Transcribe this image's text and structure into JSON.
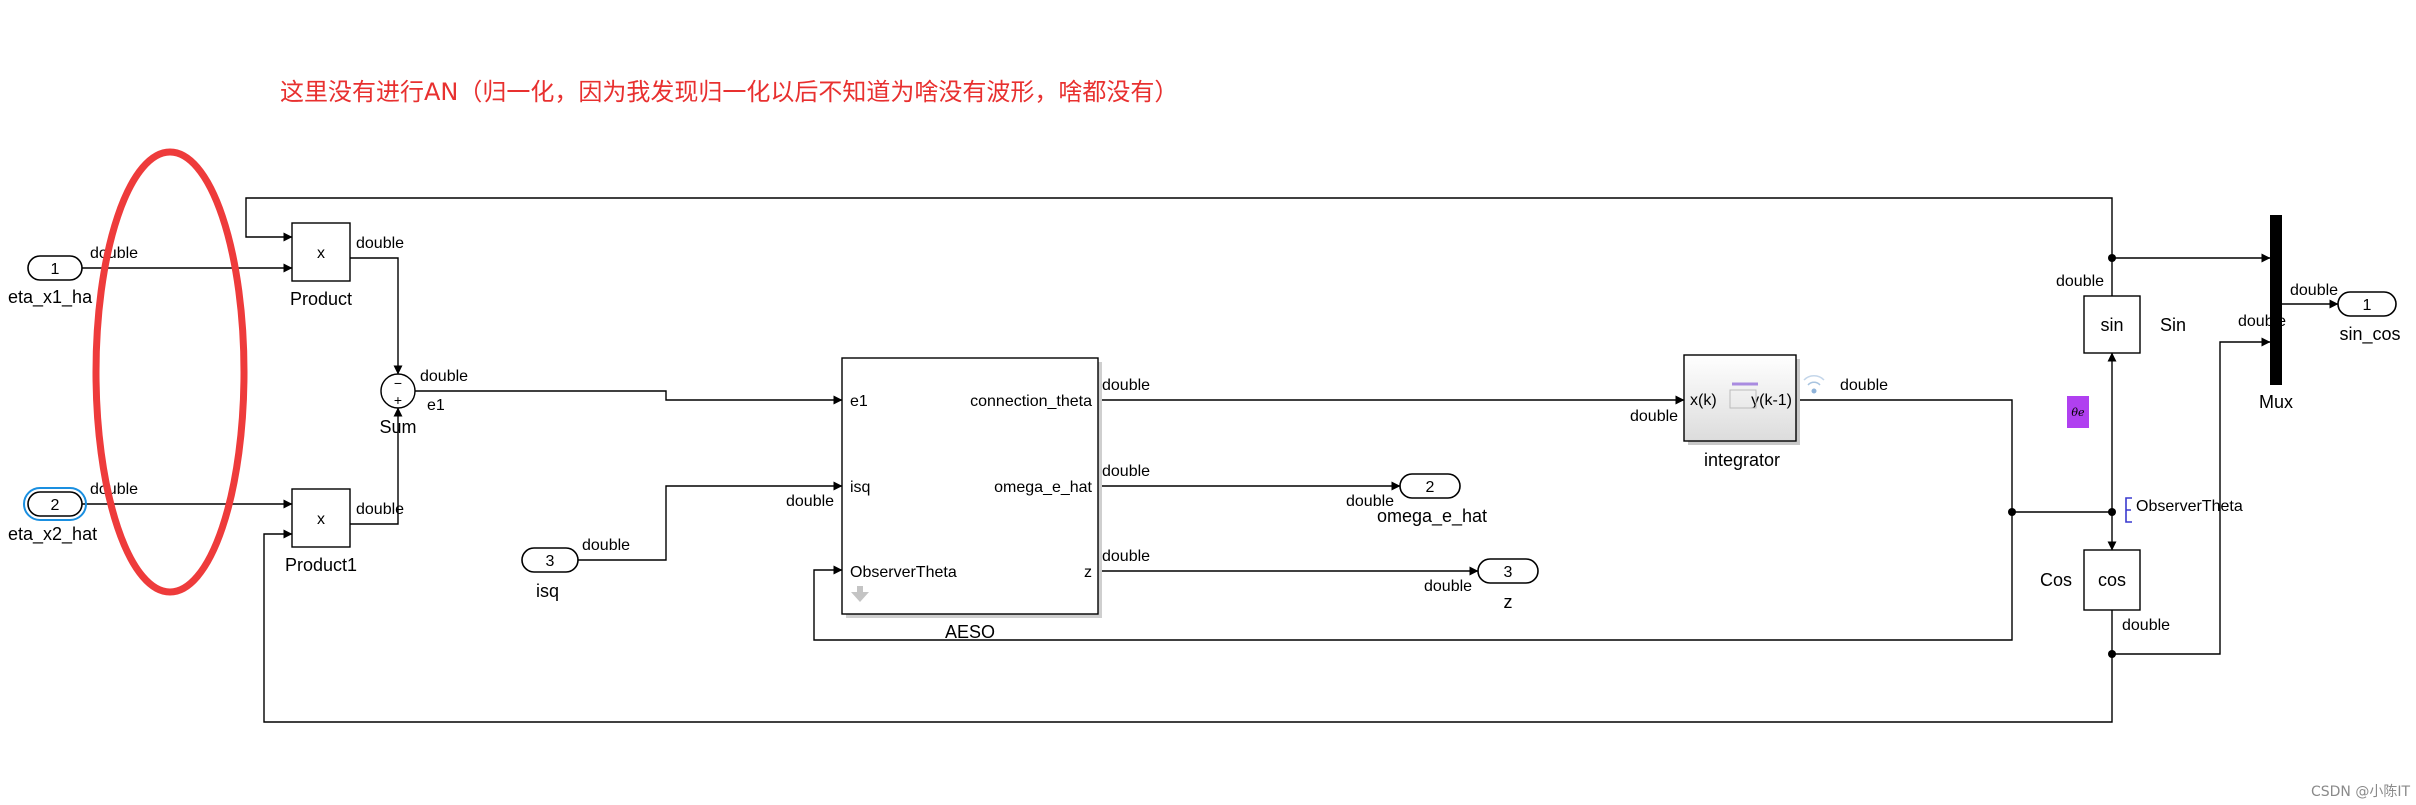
{
  "annotation": "这里没有进行AN（归一化，因为我发现归一化以后不知道为啥没有波形，啥都没有）",
  "watermark": "CSDN @小陈IT",
  "signal_type": "double",
  "inports": [
    {
      "number": "1",
      "name": "eta_x1_ha"
    },
    {
      "number": "2",
      "name": "eta_x2_hat"
    },
    {
      "number": "3",
      "name": "isq"
    }
  ],
  "outports": [
    {
      "number": "1",
      "name": "sin_cos"
    },
    {
      "number": "2",
      "name": "omega_e_hat"
    },
    {
      "number": "3",
      "name": "z"
    }
  ],
  "blocks": {
    "product": {
      "symbol": "x",
      "name": "Product"
    },
    "product1": {
      "symbol": "x",
      "name": "Product1"
    },
    "sum": {
      "name": "Sum",
      "minus": "−",
      "plus": "+"
    },
    "aeso": {
      "name": "AESO",
      "in_ports": [
        "e1",
        "isq",
        "ObserverTheta"
      ],
      "out_ports": [
        "connection_theta",
        "omega_e_hat",
        "z"
      ]
    },
    "integrator": {
      "name": "integrator",
      "in_port": "x(k)",
      "out_port": "y(k-1)"
    },
    "sin": {
      "fn": "sin",
      "name": "Sin"
    },
    "cos": {
      "fn": "cos",
      "name": "Cos"
    },
    "mux": {
      "name": "Mux"
    }
  },
  "signals": {
    "e1": "e1",
    "observer_theta": "ObserverTheta",
    "theta_badge": "θe"
  },
  "colors": {
    "note": "#e8302f",
    "circle": "#ee3b3b",
    "selected_port": "#1a8fe0",
    "badge": "#b040f0",
    "tag": "#3a3acf"
  }
}
